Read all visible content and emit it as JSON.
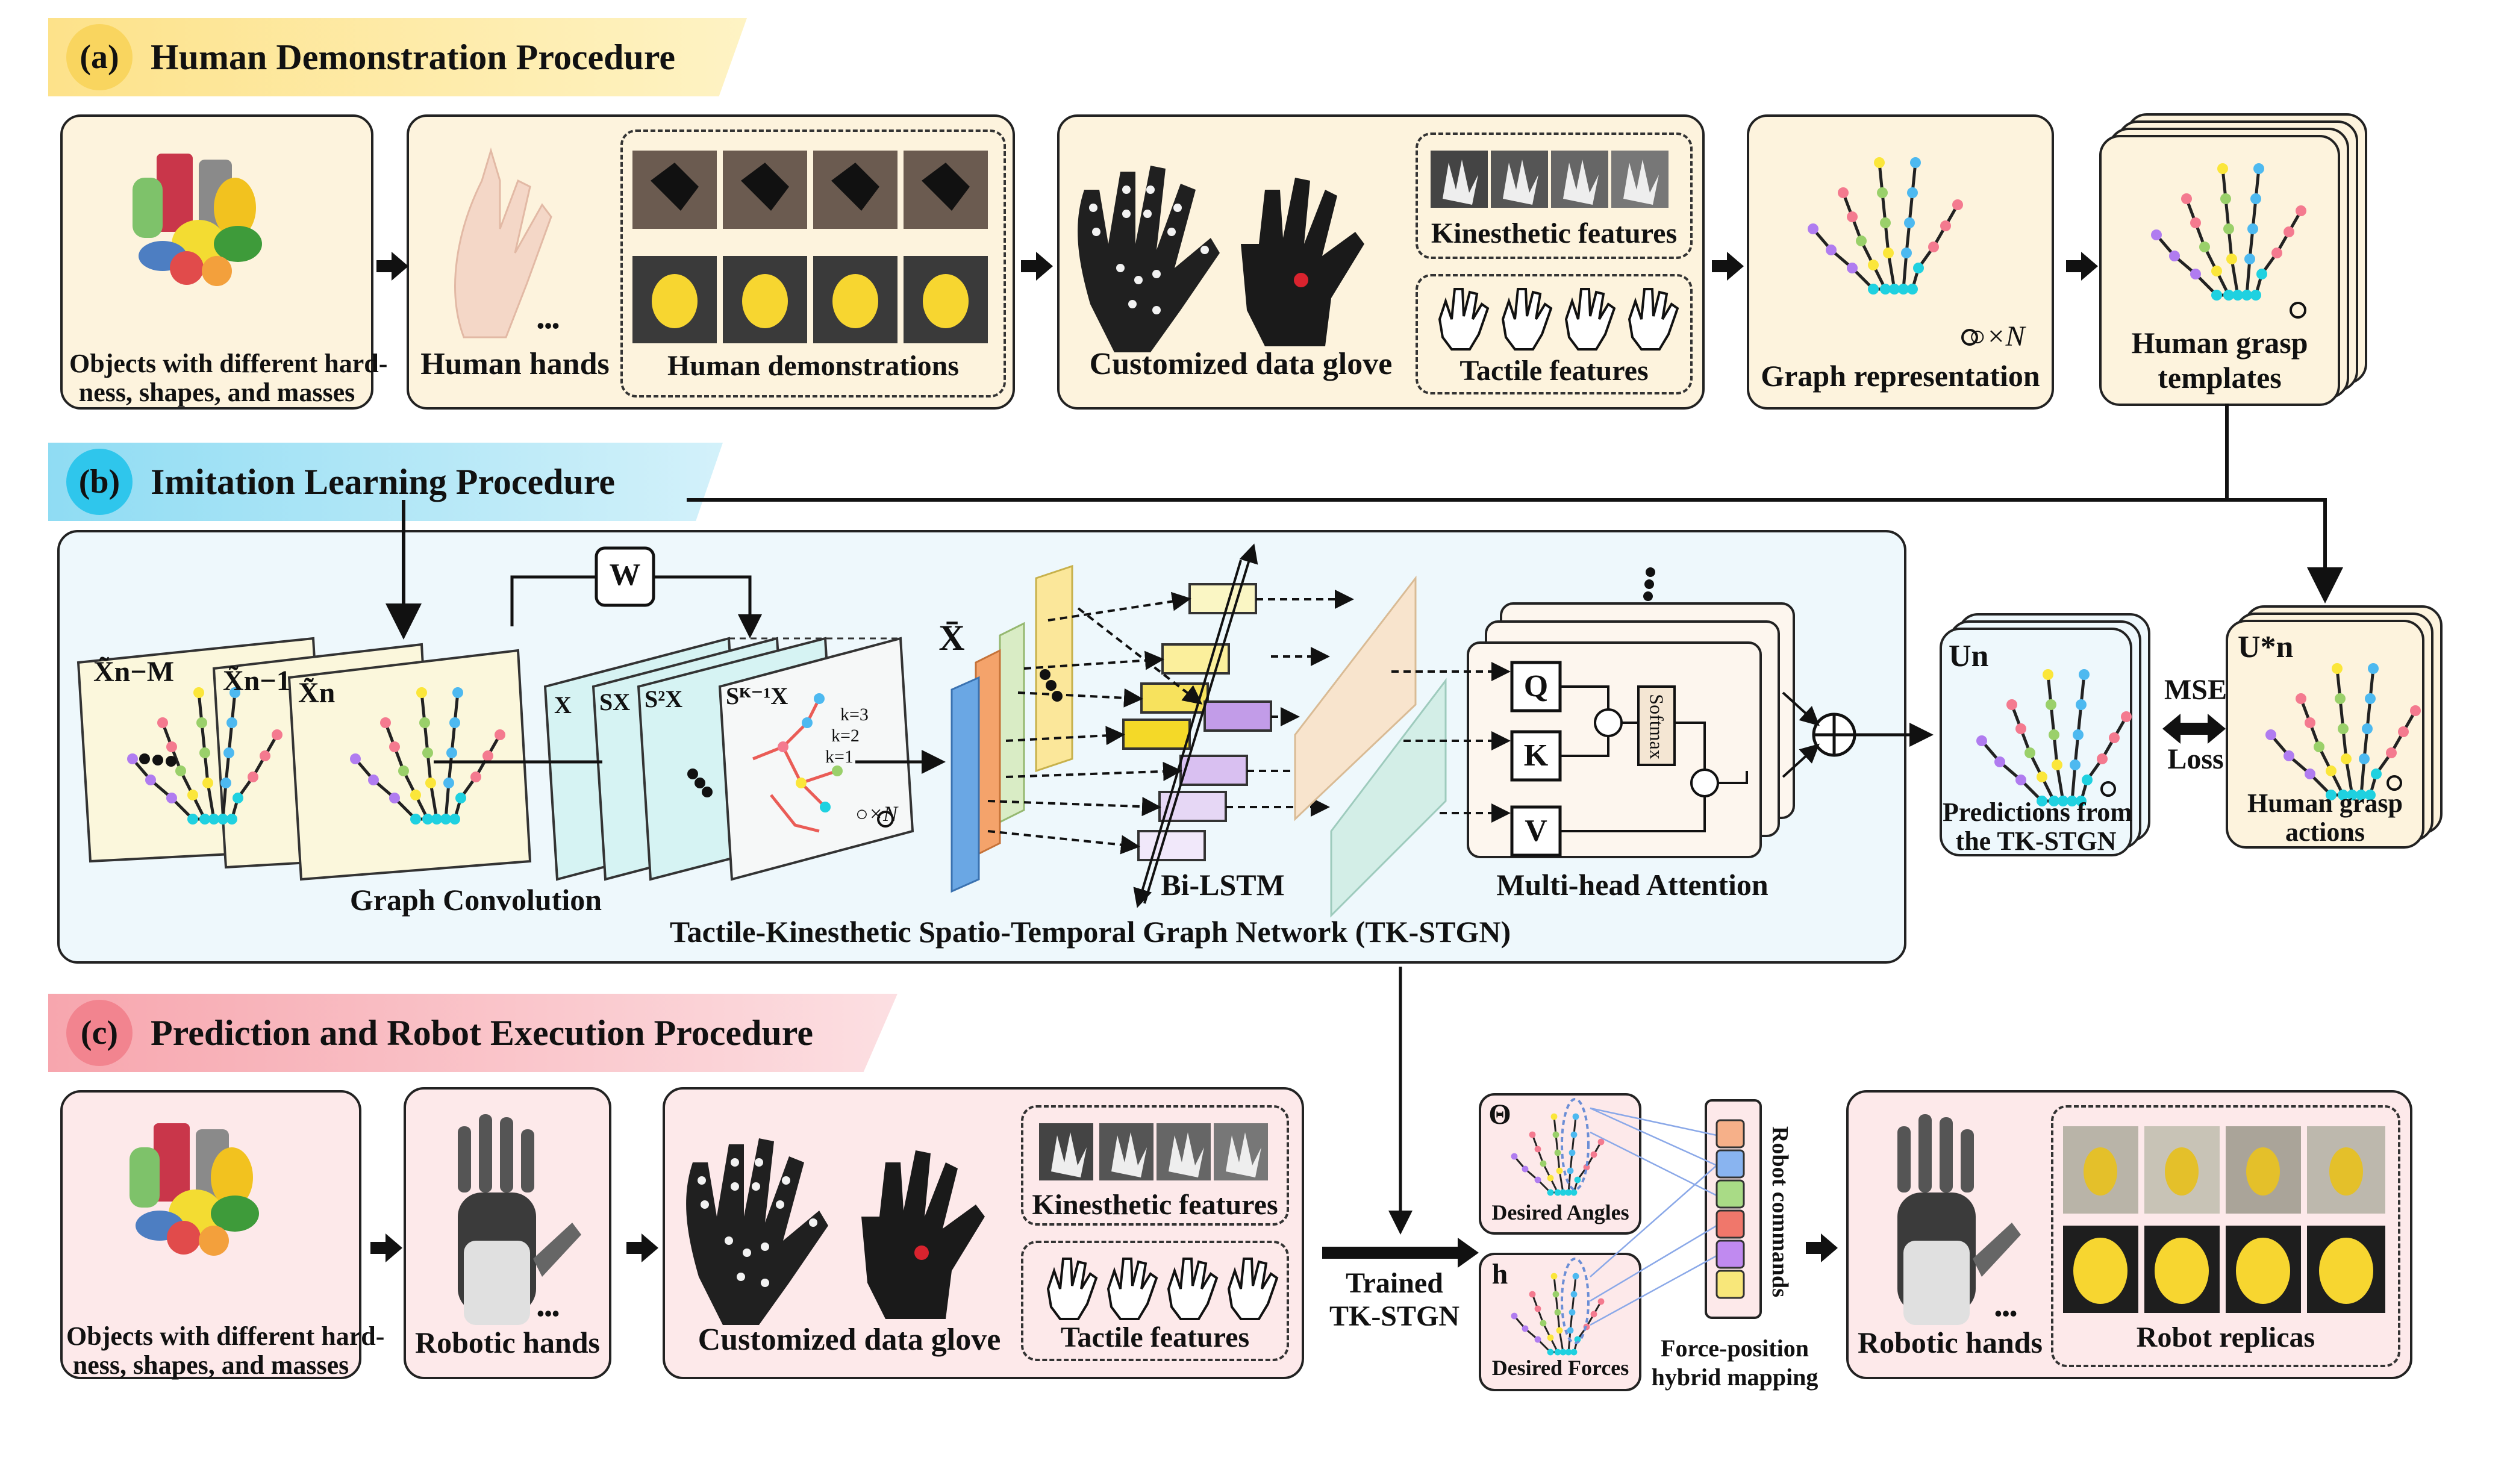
{
  "sections": {
    "a": {
      "tag": "(a)",
      "title": "Human Demonstration Procedure",
      "color": "#fde28a"
    },
    "b": {
      "tag": "(b)",
      "title": "Imitation Learning Procedure",
      "color": "#a8e6f5"
    },
    "c": {
      "tag": "(c)",
      "title": "Prediction and  Robot Execution Procedure",
      "color": "#f7b6bd"
    }
  },
  "row_a": {
    "objects_label_1": "Objects with different hard-",
    "objects_label_2": "ness, shapes, and masses",
    "human_hands": "Human hands",
    "ellipsis": "•••",
    "human_demonstrations": "Human demonstrations",
    "data_glove": "Customized data glove",
    "kinesthetic": "Kinesthetic features",
    "tactile": "Tactile features",
    "graph_representation": "Graph representation",
    "times_n": "○×N",
    "templates_1": "Human grasp",
    "templates_2": "templates"
  },
  "row_b": {
    "x_nm": "X̃n−M",
    "x_n1": "X̃n−1",
    "x_n": "X̃n",
    "w": "W",
    "x": "X",
    "sx": "SX",
    "s2x": "S²X",
    "skx": "Sᴷ⁻¹X",
    "k3": "k=3",
    "k2": "k=2",
    "k1": "k=1",
    "times_n": "○×N",
    "xbar": "X̄",
    "graph_conv": "Graph Convolution",
    "bilstm": "Bi-LSTM",
    "q": "Q",
    "k": "K",
    "v": "V",
    "softmax": "Softmax",
    "mha": "Multi-head Attention",
    "network": "Tactile-Kinesthetic Spatio-Temporal Graph Network (TK-STGN)",
    "un": "Un",
    "pred_1": "Predictions from",
    "pred_2": "the TK-STGN",
    "mse": "MSE",
    "loss": "Loss",
    "unstar": "U*n",
    "actions_1": "Human grasp",
    "actions_2": "actions"
  },
  "row_c": {
    "objects_label_1": "Objects with different hard-",
    "objects_label_2": "ness, shapes, and masses",
    "robotic_hands": "Robotic hands",
    "ellipsis": "•••",
    "data_glove": "Customized data glove",
    "kinesthetic": "Kinesthetic features",
    "tactile": "Tactile features",
    "trained_1": "Trained",
    "trained_2": "TK-STGN",
    "theta": "Θ",
    "desired_angles": "Desired Angles",
    "h": "h",
    "desired_forces": "Desired Forces",
    "robot_commands": "Robot commands",
    "mapping_1": "Force-position",
    "mapping_2": "hybrid mapping",
    "robotic_hands_2": "Robotic hands",
    "robot_replicas": "Robot replicas"
  },
  "colors": {
    "panel_a": "#fdf3dd",
    "panel_b": "#eef8fc",
    "panel_c": "#fde9ea",
    "finger_pink": "#f47a8f",
    "finger_green": "#9ad06a",
    "finger_yellow": "#fbe63a",
    "finger_blue": "#4db9f0",
    "finger_purple": "#b07cf0",
    "node_cyan": "#1fd1e0"
  }
}
